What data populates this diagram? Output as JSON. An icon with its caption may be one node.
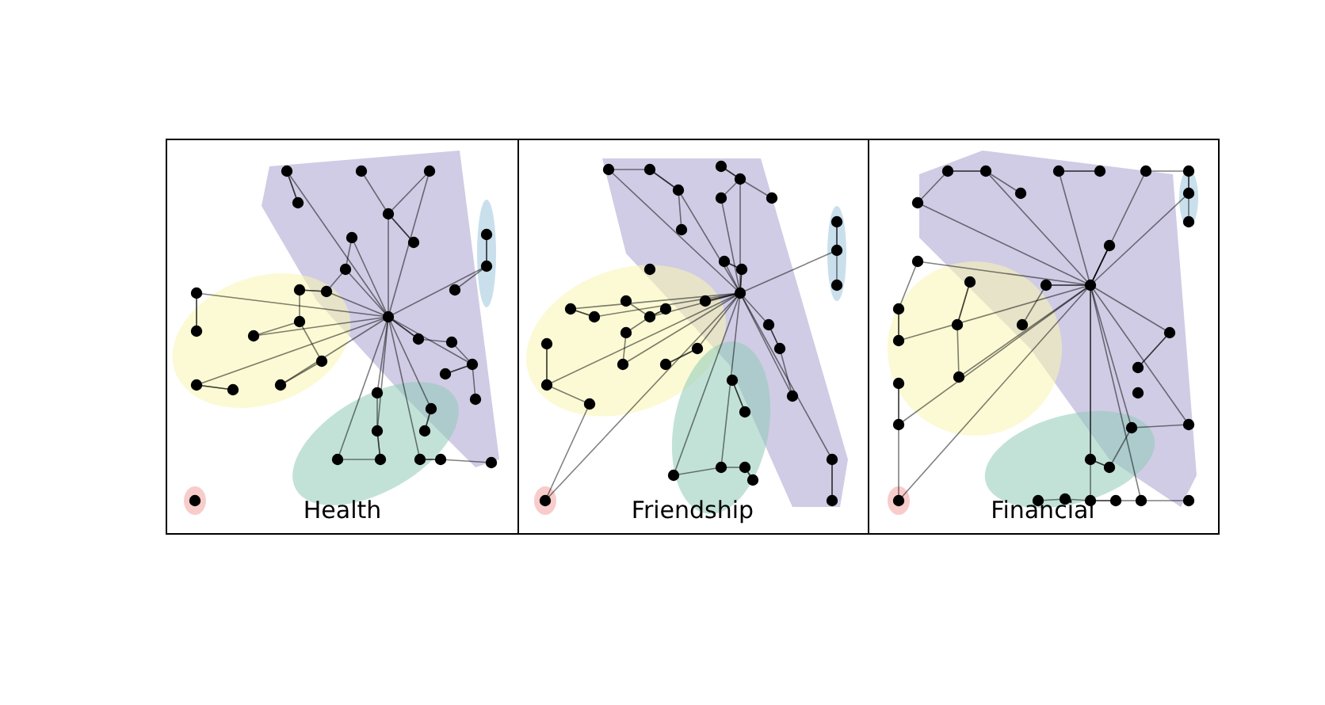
{
  "diagram": {
    "labels": [
      "Health",
      "Friendship",
      "Financial"
    ]
  }
}
